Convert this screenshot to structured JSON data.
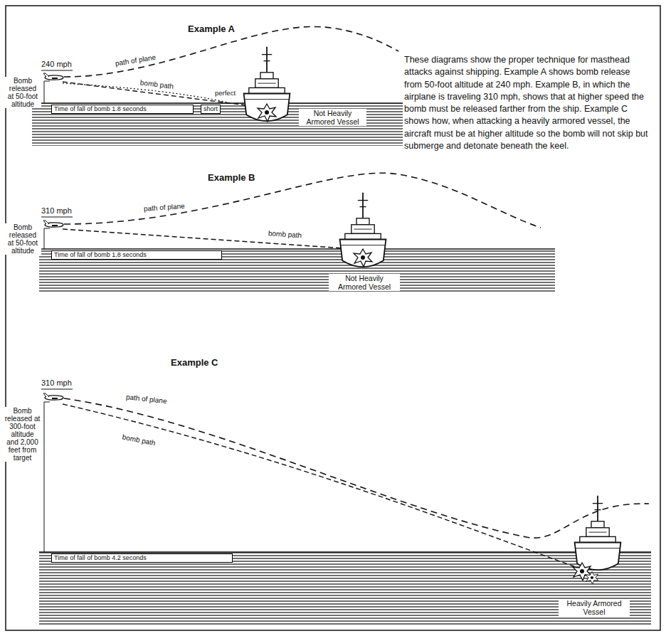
{
  "diagram": {
    "labels": [
      "Example A",
      "240 mph",
      "Bomb released at 50-foot altitude",
      "path of plane",
      "bomb path",
      "perfect",
      "short",
      "Time of fall of bomb 1.8 seconds",
      "Not Heavily Armored Vessel",
      "These diagrams show the proper technique for masthead attacks against shipping. Example A shows bomb release from 50-foot altitude at 240 mph. Example B, in which the airplane is traveling 310 mph, shows that at higher speed the bomb must be released farther from the ship. Example C shows how, when attacking a heavily armored vessel, the aircraft must be at higher altitude so the bomb will not skip but submerge and detonate beneath the keel.",
      "Example B",
      "310 mph",
      "Bomb released at 50-foot altitude",
      "path of plane",
      "bomb path",
      "Time of fall of bomb 1.8 seconds",
      "Not Heavily Armored Vessel",
      "Example C",
      "310 mph",
      "Bomb released at 300-foot altitude and 2,000 feet from target",
      "path of plane",
      "bomb path",
      "Time of fall of bomb 4.2 seconds",
      "Heavily Armored Vessel"
    ]
  }
}
